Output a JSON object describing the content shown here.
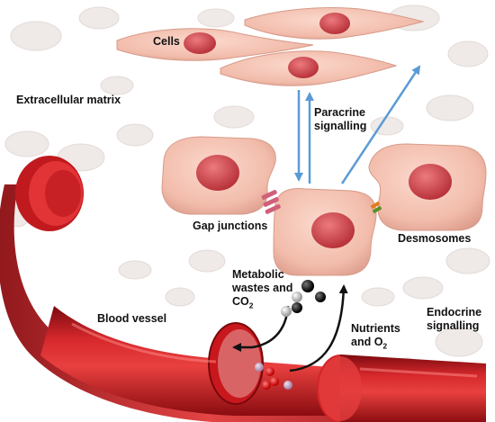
{
  "labels": {
    "cells": "Cells",
    "extracellular_matrix": "Extracellular matrix",
    "paracrine_line1": "Paracrine",
    "paracrine_line2": "signalling",
    "gap_junctions": "Gap junctions",
    "desmosomes": "Desmosomes",
    "metabolic_line1": "Metabolic",
    "metabolic_line2": "wastes and",
    "co2_base": "CO",
    "co2_sub": "2",
    "blood_vessel": "Blood vessel",
    "endocrine_line1": "Endocrine",
    "endocrine_line2": "signalling",
    "nutrients_line1": "Nutrients",
    "nutrients_line2_base": "and O",
    "nutrients_line2_sub": "2"
  },
  "colors": {
    "cell_fill": "#f5c3b3",
    "cell_stroke": "#d79a8a",
    "nucleus": "#d9535a",
    "vessel": "#c4161c",
    "vessel_dark": "#8c0a0e",
    "arrow_blue": "#5b9bd5",
    "arrow_black": "#111111",
    "gap_junction": "#d0607a",
    "desmosome_green": "#5a8f2a",
    "desmosome_orange": "#e07b1f",
    "background_texture": "#ece6e4"
  }
}
